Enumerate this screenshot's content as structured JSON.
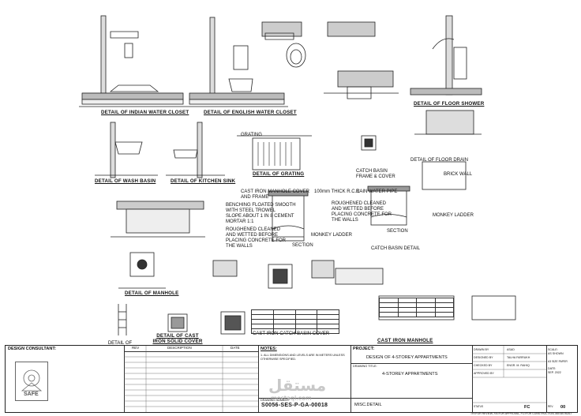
{
  "titles": {
    "indian_wc": "DETAIL OF INDIAN WATER CLOSET",
    "english_wc": "DETAIL OF ENGLISH WATER CLOSET",
    "floor_shower": "DETAIL OF FLOOR SHOWER",
    "wash_basin": "DETAIL OF WASH BASIN",
    "kitchen_sink": "DETAIL OF KITCHEN SINK",
    "grating": "DETAIL OF GRATING",
    "floor_drain": "DETAIL OF FLOOR DRAIN",
    "manhole": "DETAIL OF MANHOLE",
    "cast_iron_cover": "DETAIL OF CAST IRON SOLID COVER",
    "monkey_ladder": "DETAIL OF MONKEY LADDER",
    "cast_iron_manhole": "CAST IRON MANHOLE",
    "catch_basin_cover": "CAST IRON CATCH BASIN COVER",
    "catch_basin": "CATCH BASIN DETAIL"
  },
  "annotations": {
    "cast_iron_manhole_cover": "CAST IRON MANHOLE COVER",
    "and_frame": "AND FRAME",
    "benching": "BENCHING FLOATED SMOOTH",
    "with_steel": "WITH STEEL TROWEL",
    "slope": "SLOPE ABOUT 1 IN 8 CEMENT",
    "mortar": "MORTAR 1:1",
    "roughened": "ROUGHENED CLEANED",
    "wetted": "AND WETTED BEFORE",
    "placing": "PLACING CONCRETE FOR",
    "the_walls": "THE WALLS",
    "monkey_ladder": "MONKEY LADDER",
    "catch_basin": "CATCH BASIN",
    "frame_cover": "FRAME & COVER",
    "rain_water_pipe": "RAIN WATER PIPE",
    "brick_wall": "BRICK WALL",
    "section": "SECTION",
    "grating": "GRATING",
    "rcc": "100mm THICK R.C.C"
  },
  "title_block": {
    "consultant_label": "DESIGN CONSULTANT:",
    "logo_text": "SAFE",
    "rev_headers": [
      "REV",
      "DESCRIPTION",
      "DATE"
    ],
    "notes_label": "NOTES:",
    "notes_lines": [
      "1.  ALL DIMENSIONS AND LEVELS ARE IN METERS UNLESS",
      "    OTHERWISE SPECIFIED."
    ],
    "drawing_number_label": "DRAWING NUMBER",
    "drawing_number": "S0056-SES-P-GA-00018",
    "project_label": "PROJECT:",
    "project": "DESIGN OF 4-STOREY APPARTMENTS",
    "drawing_title_label": "DRAWING TITLE:",
    "drawing_title": "4-STOREY APPARTMENTS",
    "sheet_title": "MISC.DETAIL",
    "drawn_by_label": "DRAWN BY",
    "drawn_by": "ASAD",
    "designed_by_label": "DESIGNED BY",
    "designed_by": "TALHA FARRUKH",
    "checked_by_label": "CHECKED BY",
    "checked_by": "ENGR. M. RAHIQ",
    "approved_by_label": "APPROVED BY",
    "approved_by": "",
    "scale_label": "SCALE:",
    "scale": "AS SHOWN",
    "paper_label": "A3 SIZE PAPER",
    "date_label": "DATE:",
    "date": "SEP. 2022",
    "status_label": "STATUS",
    "status": "FC",
    "rev_label": "REV.",
    "rev": "00",
    "footer": "TR=FOR REVIEW, FA=FOR APPROVAL, FC=FOR CONSTRUCTION, AB=AS BUILT"
  },
  "watermark": {
    "arabic": "مستقل",
    "latin": "mostaql.com"
  }
}
